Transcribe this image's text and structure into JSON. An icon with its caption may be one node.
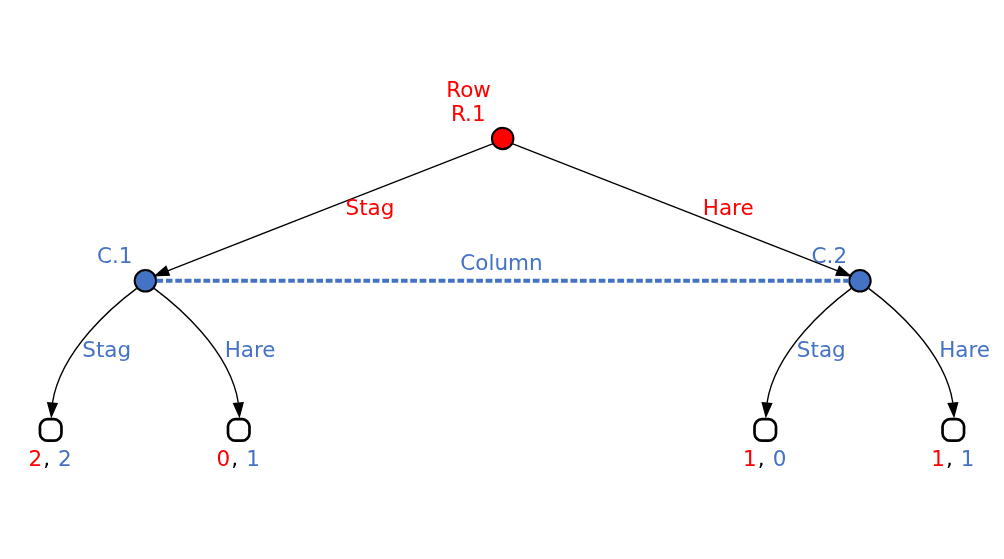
{
  "diagram": {
    "nodes": [
      {
        "text": [
          "Row",
          "R.1"
        ]
      },
      {
        "text": [
          "C.1"
        ]
      },
      {
        "text": [
          "C.2"
        ]
      },
      {
        "text": [
          "2, 2"
        ]
      },
      {
        "text": [
          "0, 1"
        ]
      },
      {
        "text": [
          "1, 0"
        ]
      },
      {
        "text": [
          "1, 1"
        ]
      }
    ],
    "edges": [
      {
        "from": 0,
        "to": 1,
        "arrow": "to",
        "label": "Stag"
      },
      {
        "from": 0,
        "to": 2,
        "arrow": "to",
        "label": "Hare"
      },
      {
        "from": 1,
        "to": 2,
        "arrow": "none",
        "label": "Column",
        "style": "dashed",
        "color": "#4472c4"
      },
      {
        "from": 1,
        "to": 3,
        "arrow": "to",
        "label": "Stag"
      },
      {
        "from": 1,
        "to": 4,
        "arrow": "to",
        "label": "Hare"
      },
      {
        "from": 2,
        "to": 5,
        "arrow": "to",
        "label": "Stag"
      },
      {
        "from": 2,
        "to": 6,
        "arrow": "to",
        "label": "Hare"
      }
    ]
  }
}
